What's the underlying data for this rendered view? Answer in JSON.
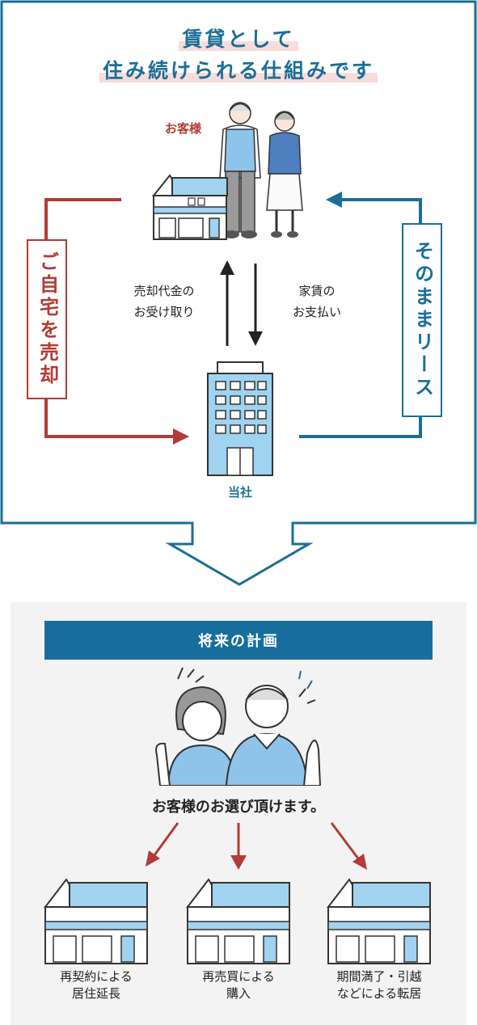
{
  "title": {
    "line1": "賃貸として",
    "line2": "住み続けられる仕組みです"
  },
  "customer_label": "お客様",
  "company_label": "当社",
  "left_box": "ご自宅を売却",
  "right_box": "そのままリース",
  "flow_left": {
    "line1": "売却代金の",
    "line2": "お受け取り"
  },
  "flow_right": {
    "line1": "家賃の",
    "line2": "お支払い"
  },
  "future": {
    "banner": "将来の計画",
    "choice_text": "お客様のお選び頂けます。",
    "options": [
      {
        "line1": "再契約による",
        "line2": "居住延長"
      },
      {
        "line1": "再売買による",
        "line2": "購入"
      },
      {
        "line1": "期間満了・引越",
        "line2": "などによる転居"
      }
    ]
  },
  "colors": {
    "blue": "#1b6e96",
    "red": "#b23b33",
    "light_blue": "#9fd3f0",
    "bg_gray": "#f3f3f3"
  }
}
